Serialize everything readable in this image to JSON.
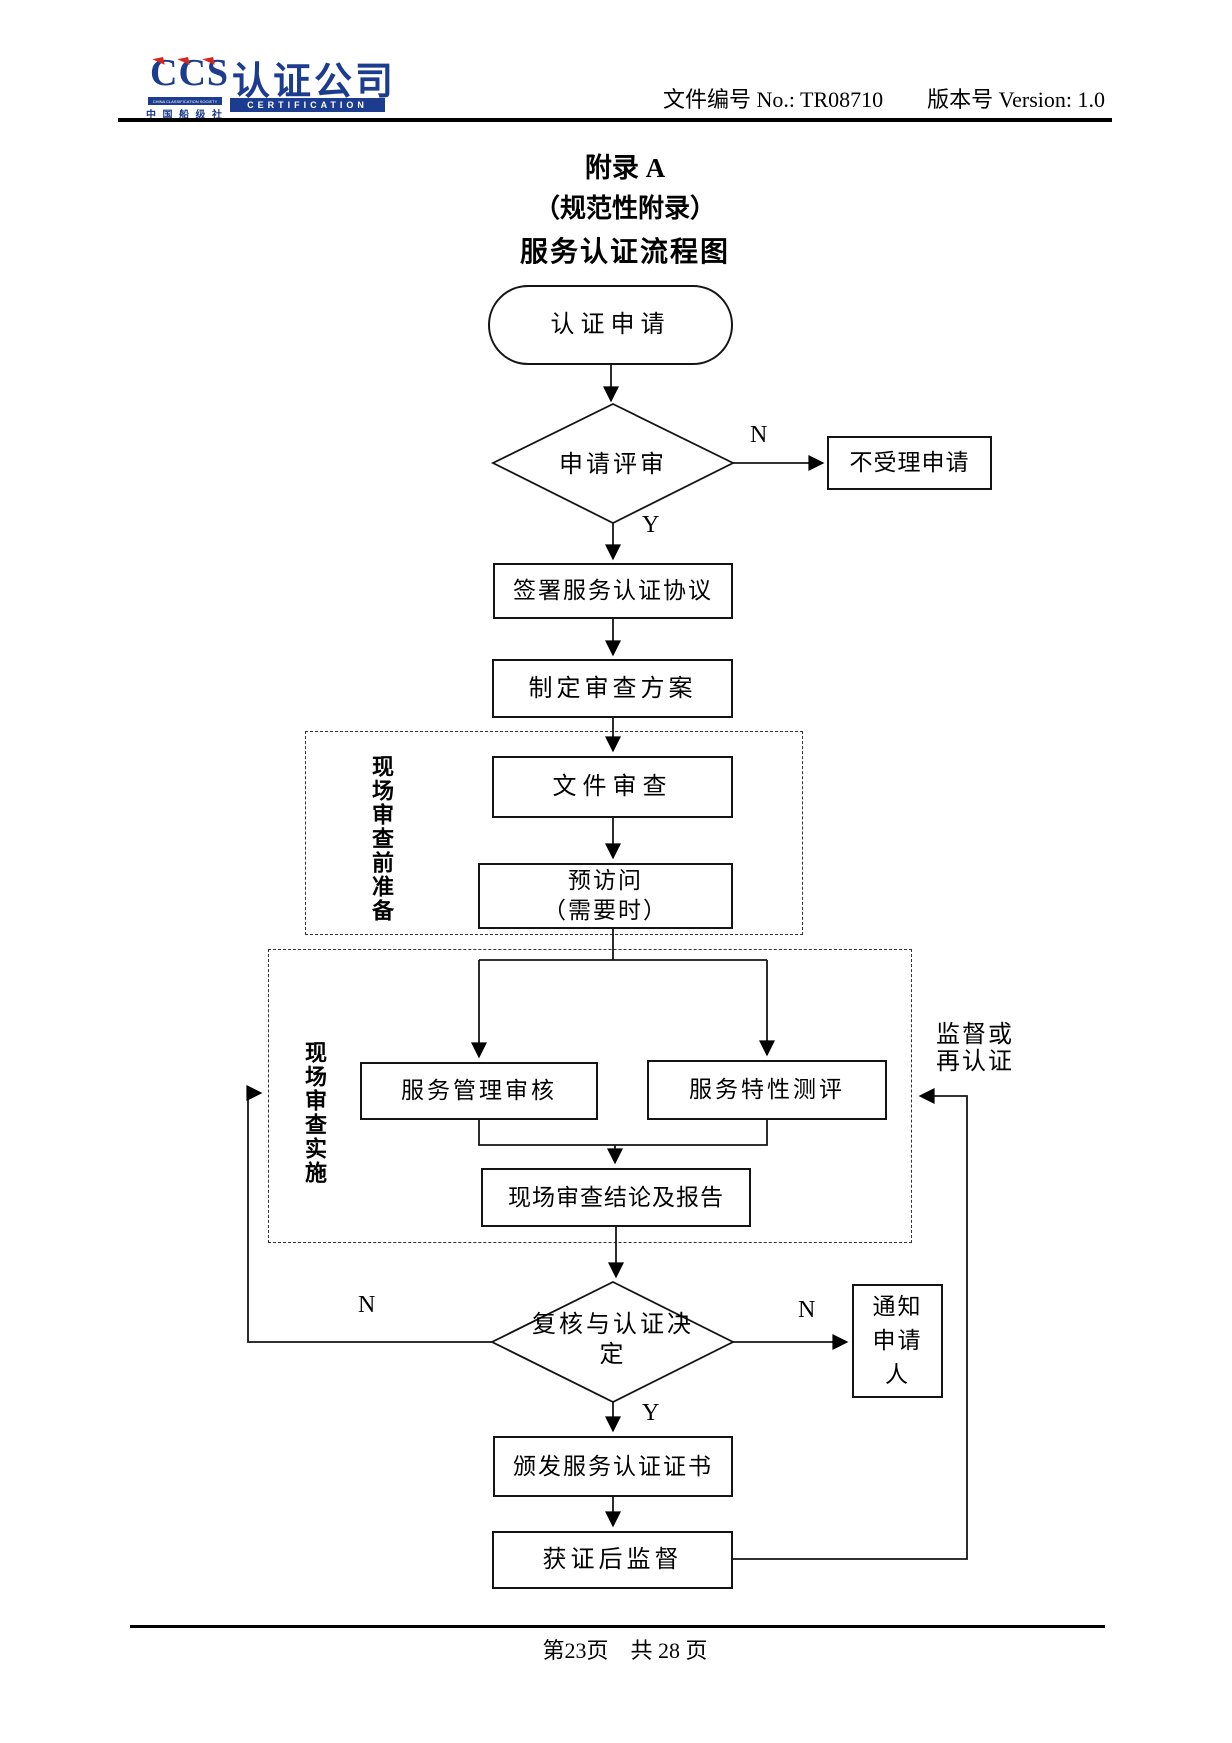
{
  "header": {
    "logo": {
      "acronym": "CCS",
      "tagline_en": "CHINA CLASSIFICATION SOCIETY",
      "tagline_cn": "中 国 船 级 社",
      "brand_cn": "认证公司",
      "brand_en": "CERTIFICATION",
      "blue": "#1c3c8f",
      "red": "#d9261c"
    },
    "doc_info": "文件编号 No.: TR08710　　版本号 Version: 1.0"
  },
  "title": {
    "line1": "附录 A",
    "line2": "（规范性附录）",
    "line3": "服务认证流程图"
  },
  "flow": {
    "start": "认证申请",
    "review": "申请评审",
    "reject": "不受理申请",
    "sign": "签署服务认证协议",
    "plan": "制定审查方案",
    "doc_review": "文件审查",
    "previsit": "预访问\n（需要时）",
    "group_pre": "现场审查前准备",
    "group_onsite": "现场审查实施",
    "mgmt": "服务管理审核",
    "eval": "服务特性测评",
    "conclusion": "现场审查结论及报告",
    "decision": "复核与认证决\n定",
    "notify": "通知\n申请\n人",
    "issue": "颁发服务认证证书",
    "post": "获证后监督",
    "supervision": "监督或\n再认证",
    "label_n": "N",
    "label_y": "Y"
  },
  "footer": {
    "page_info": "第23页　共 28 页"
  }
}
